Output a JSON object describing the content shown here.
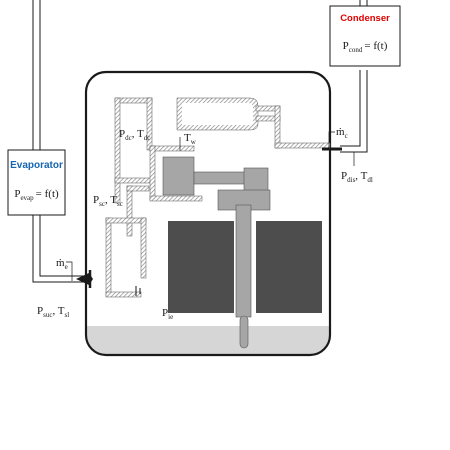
{
  "colors": {
    "line": "#1a1a1a",
    "wall": "#9a9a9a",
    "part": "#a6a6a6",
    "motor": "#4d4d4d",
    "oil": "#d6d6d6",
    "evaporator_title": "#1565b0",
    "condenser_title": "#e00000"
  },
  "evaporator": {
    "title": "Evaporator",
    "eq_lhs": "P",
    "eq_lhs_sub": "evap",
    "eq_rhs": "= f(t)"
  },
  "condenser": {
    "title": "Condenser",
    "eq_lhs": "P",
    "eq_lhs_sub": "cond",
    "eq_rhs": "= f(t)"
  },
  "labels": {
    "mdot_c_top": {
      "main": "ṁ",
      "sub": "c"
    },
    "mdot_e": {
      "main": "ṁ",
      "sub": "e"
    },
    "p_dis": {
      "p": "P",
      "p_sub": "dis",
      "sep": ", ",
      "t": "T",
      "t_sub": "dl"
    },
    "p_suc": {
      "p": "P",
      "p_sub": "suc",
      "sep": ", ",
      "t": "T",
      "t_sub": "sl"
    },
    "p_dc": {
      "p": "P",
      "p_sub": "dc",
      "sep": ", ",
      "t": "T",
      "t_sub": "dc"
    },
    "p_sc": {
      "p": "P",
      "p_sub": "sc",
      "sep": ", ",
      "t": "T",
      "t_sub": "sc"
    },
    "t_w": {
      "t": "T",
      "t_sub": "w"
    },
    "p_ie": {
      "p": "P",
      "p_sub": "ie"
    }
  }
}
